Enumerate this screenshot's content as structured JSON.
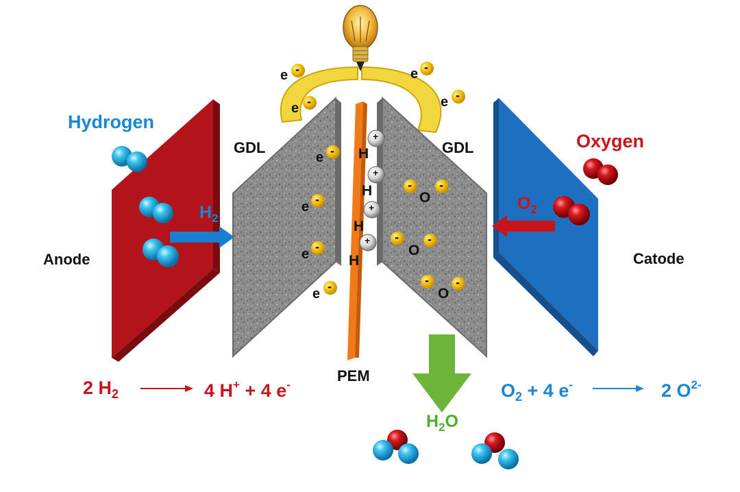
{
  "labels": {
    "hydrogen": "Hydrogen",
    "oxygen": "Oxygen",
    "anode": "Anode",
    "catode": "Catode",
    "gdl_left": "GDL",
    "gdl_right": "GDL",
    "pem": "PEM",
    "h2_arrow_main": "H",
    "h2_arrow_sub": "2",
    "o2_arrow_main": "O",
    "o2_arrow_sub": "2",
    "water_main": "H",
    "water_sub": "2",
    "water_tail": "O"
  },
  "species": {
    "electron_e": "e",
    "electron_charge": "-",
    "proton_letter": "H",
    "proton_charge": "+",
    "oxide_letter": "O"
  },
  "equations": {
    "anode": {
      "left_coef": "2 H",
      "left_sub": "2",
      "right_a": "4 H",
      "right_a_sup": "+",
      "right_b": " + 4 e",
      "right_b_sup": "-"
    },
    "cathode": {
      "left_a": "O",
      "left_a_sub": "2",
      "left_b": " + 4 e",
      "left_b_sup": "-",
      "right": "2 O",
      "right_sup": "2-"
    }
  },
  "colors": {
    "anode_plate": "#b3141b",
    "cathode_plate": "#1f6fc1",
    "gdl": "#8a8a8a",
    "pem": "#f07a1a",
    "hydrogen_text": "#1a86d6",
    "oxygen_text": "#c8151b",
    "water_arrow": "#6db43a",
    "electron": "#f2b800",
    "circuit": "#f0d23a",
    "hydrogen_atom": "#1ea9e0",
    "oxygen_atom": "#c10d12"
  }
}
